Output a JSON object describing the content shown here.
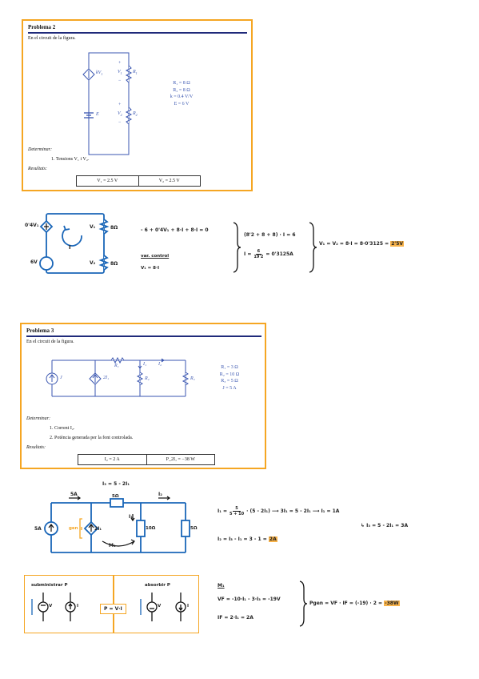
{
  "problem2": {
    "title": "Problema 2",
    "intro": "En el circuit de la figura.",
    "source_label": "kV",
    "source_sub": "1",
    "v1_label": "V",
    "v1_sub": "1",
    "r1_label": "R",
    "r1_sub": "1",
    "e_label": "E",
    "v2_label": "V",
    "v2_sub": "2",
    "r2_label": "R",
    "r2_sub": "2",
    "params": [
      "R₁ = 8 Ω",
      "R₂ = 8 Ω",
      "k = 0.4 V/V",
      "E = 6 V"
    ],
    "determinar_label": "Determinar:",
    "tasks": [
      "1.   Tensions V₁ i V₂."
    ],
    "results_label": "Resultats:",
    "results": [
      "V₁ = 2.5 V",
      "V₂ = 2.5 V"
    ]
  },
  "hand2": {
    "src_label": "0'4V₁",
    "v1": "V₁",
    "r1": "8Ω",
    "current": "I",
    "e_label": "6V",
    "v2": "V₂",
    "r2": "8Ω",
    "kvl": "- 6 + 0'4V₁ + 8·I + 8·I = 0",
    "var_control": "var. control",
    "v1_def": "V₁ = 8·I",
    "eq1": "(8'2 + 8 + 8) · I = 6",
    "eq2_lhs": "I =",
    "eq2_num": "6",
    "eq2_den": "19'2",
    "eq2_rhs": "= 0'3125A",
    "final_prefix": "V₁ = V₂ = 8·I = 8·0'3125 =",
    "final_value": "2'5V"
  },
  "problem3": {
    "title": "Problema 3",
    "intro": "En el circuit de la figura.",
    "r1_label": "R₁",
    "i1_label": "I₁",
    "i2_label": "I₂",
    "j_label": "J",
    "dep_label": "2I₁",
    "r2_label": "R₂",
    "r3_label": "R₃",
    "params": [
      "R₁ = 3 Ω",
      "R₂ = 10 Ω",
      "R₃ = 5 Ω",
      "J = 5 A"
    ],
    "determinar_label": "Determinar:",
    "tasks": [
      "1.   Corrent I₂.",
      "2.   Potència generada per la font controlada."
    ],
    "results_label": "Resultats:",
    "results": [
      "I₂ = 2 A",
      "P_2I₁ = −38 W"
    ]
  },
  "hand3": {
    "i3_top": "I₃ = 5 - 2I₁",
    "five_a_top": "5A",
    "r_mid": "5Ω",
    "i2_top": "I₂",
    "five_a_src": "5A",
    "gen": "gen",
    "dep": "2I₁",
    "i1": "I₁",
    "r10": "10Ω",
    "r5": "5Ω",
    "mesh": "M₁",
    "eq_i1_lhs": "I₁ =",
    "eq_i1_num": "5",
    "eq_i1_den": "5 + 10",
    "eq_i1_mid": "· (5 - 2I₁) ⟶ 3I₁ = 5 - 2I₁ ⟶ I₁ = 1A",
    "eq_i3": "↳ I₃ = 5 - 2I₁ = 3A",
    "eq_i2_prefix": "I₂ = I₃ - I₁ = 3 - 1 =",
    "eq_i2_value": "2A"
  },
  "power_box": {
    "supply_label": "subministrar P",
    "absorb_label": "absorbir P",
    "v_label": "V",
    "i_label": "I",
    "center": "P = V·I"
  },
  "hand4": {
    "heading": "M₁",
    "vf": "VF = -10·I₁ - 3·I₃ = -19V",
    "if": "IF = 2·I₁ = 2A",
    "pgen_prefix": "Pgen = VF · IF = (-19) · 2 =",
    "pgen_value": "-38W"
  }
}
